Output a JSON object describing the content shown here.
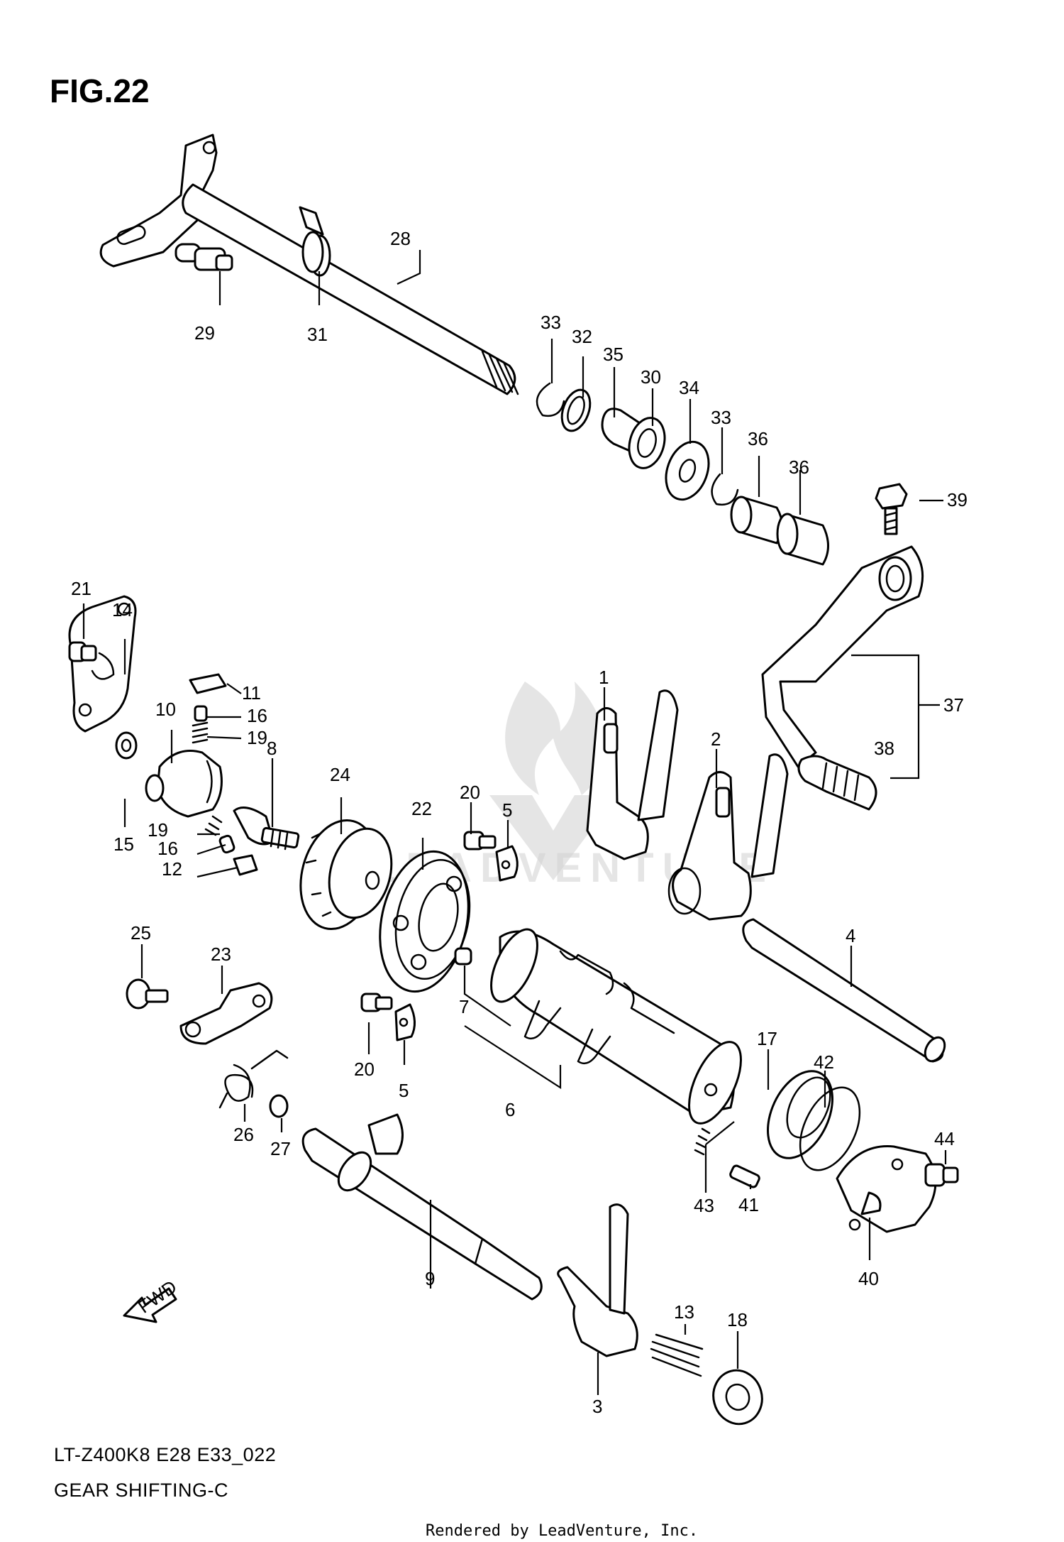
{
  "figure": {
    "title": "FIG.22"
  },
  "footer": {
    "model_code": "LT-Z400K8 E28 E33_022",
    "section_name": "GEAR SHIFTING-C",
    "credit": "Rendered by LeadVenture, Inc."
  },
  "watermark": {
    "text": "LEADVENTURE"
  },
  "fwd_arrow": {
    "text": "FWD"
  },
  "callouts": [
    "1",
    "2",
    "3",
    "4",
    "5",
    "5",
    "6",
    "7",
    "8",
    "9",
    "10",
    "11",
    "12",
    "13",
    "14",
    "15",
    "16",
    "16",
    "17",
    "18",
    "19",
    "19",
    "20",
    "20",
    "21",
    "22",
    "23",
    "24",
    "25",
    "26",
    "27",
    "28",
    "29",
    "30",
    "31",
    "32",
    "33",
    "33",
    "34",
    "35",
    "36",
    "36",
    "37",
    "38",
    "39",
    "40",
    "41",
    "42",
    "43",
    "44"
  ]
}
